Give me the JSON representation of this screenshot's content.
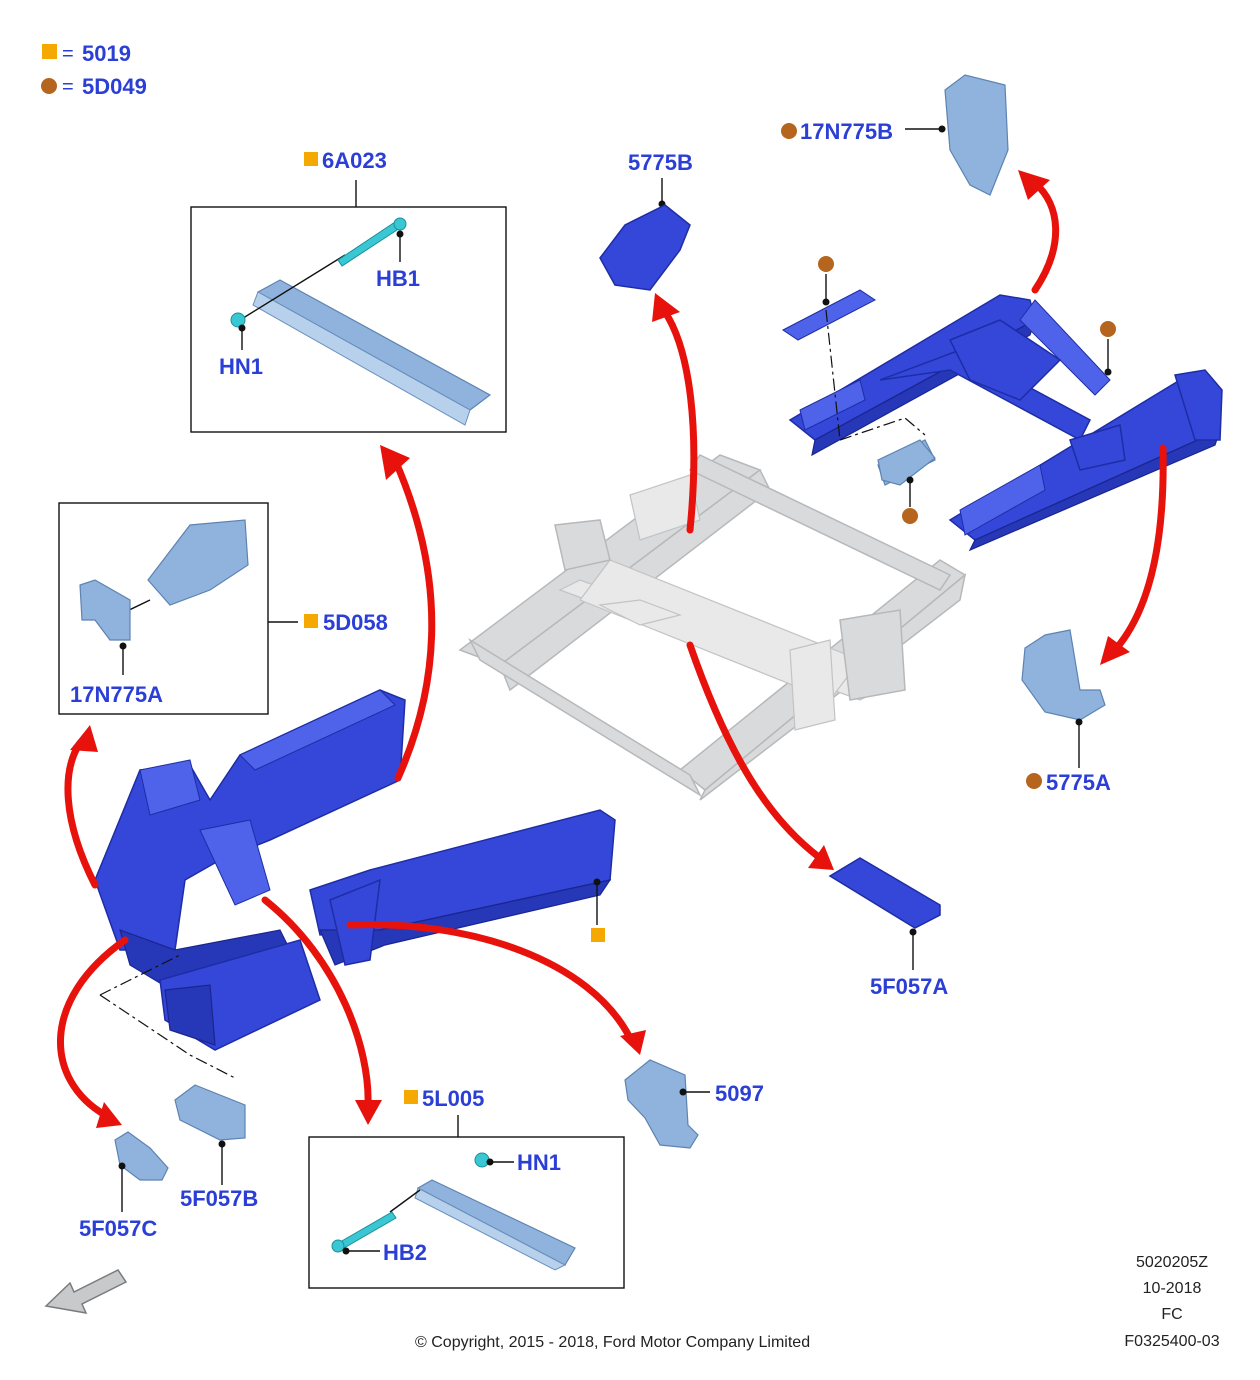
{
  "legend": [
    {
      "symbol": "square",
      "color": "#f5a800",
      "equals": "=",
      "code": "5019"
    },
    {
      "symbol": "circle",
      "color": "#b5651d",
      "equals": "=",
      "code": "5D049"
    }
  ],
  "callouts": {
    "c6A023": "6A023",
    "cHB1": "HB1",
    "cHN1_top": "HN1",
    "c5775B": "5775B",
    "c17N775B": "17N775B",
    "c17N775A": "17N775A",
    "c5D058": "5D058",
    "c5775A": "5775A",
    "c5F057A": "5F057A",
    "c5097": "5097",
    "c5L005": "5L005",
    "cHN1_bottom": "HN1",
    "cHB2": "HB2",
    "c5F057B": "5F057B",
    "c5F057C": "5F057C"
  },
  "footer": {
    "copyright": "© Copyright, 2015 - 2018, Ford Motor Company Limited",
    "ref_lines": [
      "5020205Z",
      "10-2018",
      "FC",
      "F0325400-03"
    ]
  },
  "colors": {
    "square_marker": "#f5a800",
    "circle_marker": "#b5651d",
    "label_blue": "#2b3fd6",
    "arrow_red": "#e8120c",
    "part_blue": "#3447d8",
    "frame_gray": "#d9dadb"
  },
  "icons": {
    "front_direction": "direction-arrow-icon"
  }
}
